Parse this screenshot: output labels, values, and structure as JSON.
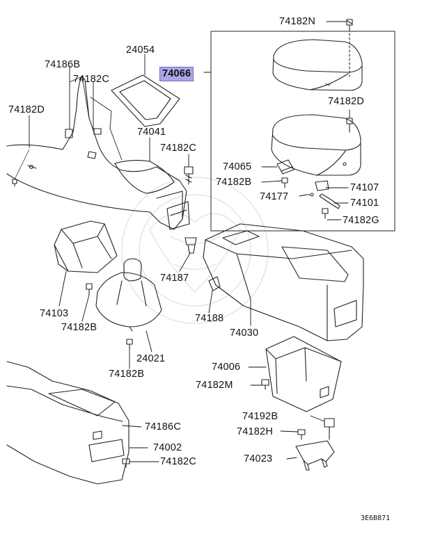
{
  "diagram": {
    "callouts": [
      {
        "id": "c-74182N",
        "text": "74182N"
      },
      {
        "id": "c-24054",
        "text": "24054"
      },
      {
        "id": "c-74066",
        "text": "74066",
        "highlight": true
      },
      {
        "id": "c-74186B",
        "text": "74186B"
      },
      {
        "id": "c-74182C-a",
        "text": "74182C"
      },
      {
        "id": "c-74182D-a",
        "text": "74182D"
      },
      {
        "id": "c-74182D-b",
        "text": "74182D"
      },
      {
        "id": "c-74041",
        "text": "74041"
      },
      {
        "id": "c-74182C-b",
        "text": "74182C"
      },
      {
        "id": "c-74065",
        "text": "74065"
      },
      {
        "id": "c-74182B-a",
        "text": "74182B"
      },
      {
        "id": "c-74107",
        "text": "74107"
      },
      {
        "id": "c-74177",
        "text": "74177"
      },
      {
        "id": "c-74101",
        "text": "74101"
      },
      {
        "id": "c-74182G",
        "text": "74182G"
      },
      {
        "id": "c-74187",
        "text": "74187"
      },
      {
        "id": "c-74103",
        "text": "74103"
      },
      {
        "id": "c-74188",
        "text": "74188"
      },
      {
        "id": "c-74182B-b",
        "text": "74182B"
      },
      {
        "id": "c-74030",
        "text": "74030"
      },
      {
        "id": "c-24021",
        "text": "24021"
      },
      {
        "id": "c-74182B-c",
        "text": "74182B"
      },
      {
        "id": "c-74006",
        "text": "74006"
      },
      {
        "id": "c-74182M",
        "text": "74182M"
      },
      {
        "id": "c-74186C",
        "text": "74186C"
      },
      {
        "id": "c-74192B",
        "text": "74192B"
      },
      {
        "id": "c-74182H",
        "text": "74182H"
      },
      {
        "id": "c-74002",
        "text": "74002"
      },
      {
        "id": "c-74023",
        "text": "74023"
      },
      {
        "id": "c-74182C-c",
        "text": "74182C"
      }
    ],
    "drawing_code": "3E6B871",
    "highlight_color": "#a9a8e6"
  }
}
